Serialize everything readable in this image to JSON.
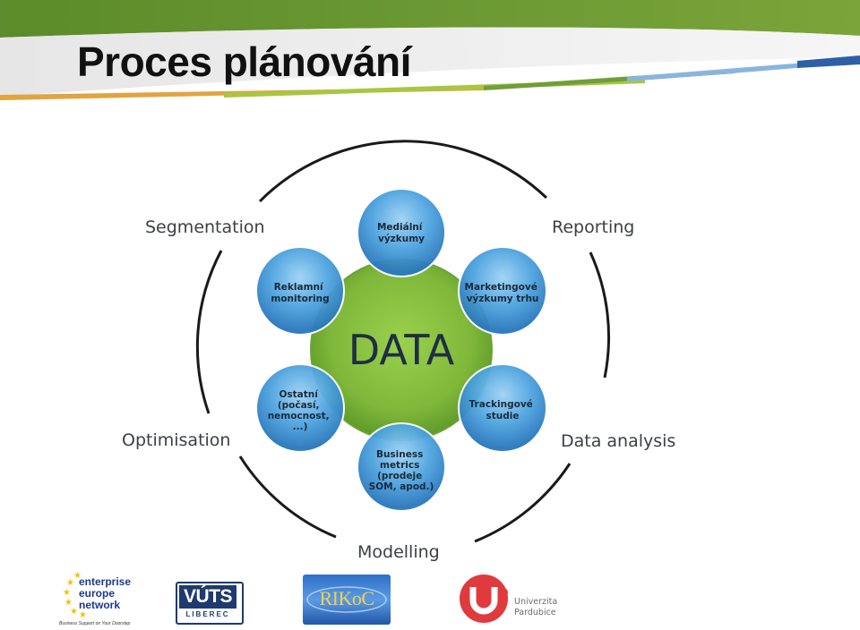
{
  "slide": {
    "title": "Proces plánování"
  },
  "diagram": {
    "center": "DATA",
    "phases": {
      "top_left": "Segmentation",
      "top_right": "Reporting",
      "bottom_left": "Optimisation",
      "bottom_right": "Data analysis",
      "bottom": "Modelling"
    },
    "nodes": {
      "top": [
        "Mediální",
        "výzkumy"
      ],
      "upper_right": [
        "Marketingové",
        "výzkumy trhu"
      ],
      "lower_right": [
        "Trackingové",
        "studie"
      ],
      "bottom": [
        "Business",
        "metrics",
        "(prodeje",
        "SOM, apod.)"
      ],
      "lower_left": [
        "Ostatní",
        "(počasí,",
        "nemocnost,",
        "...)"
      ],
      "upper_left": [
        "Reklamní",
        "monitoring"
      ]
    },
    "colors": {
      "center_green": "#7fb83a",
      "node_blue": "#3f96d6",
      "ring": "#1a1a1a"
    }
  },
  "logos": {
    "een": {
      "lines": [
        "enterprise",
        "europe",
        "network"
      ],
      "tagline": "Business Support on Your Doorstep"
    },
    "vuts": {
      "main": "VÚTS",
      "sub": "LIBEREC"
    },
    "rikoc": {
      "text": "RIKoC"
    },
    "upce": {
      "lines": [
        "Univerzita",
        "Pardubice"
      ]
    }
  }
}
